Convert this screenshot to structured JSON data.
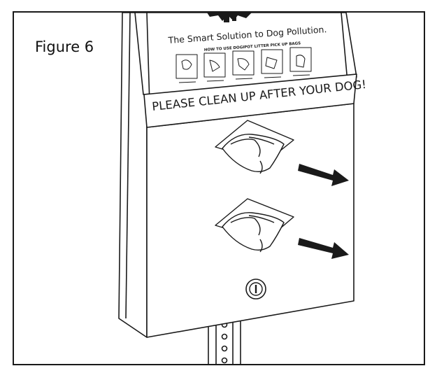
{
  "figure": {
    "label": "Figure 6"
  },
  "dispenser": {
    "header_brand": "The Smart Solution to Dog Pollution.",
    "how_to_title": "HOW TO USE DOGIPOT LITTER PICK UP BAGS",
    "sign_text": "PLEASE CLEAN UP AFTER YOUR DOG!",
    "bags_count": 2,
    "arrow_count": 2
  },
  "colors": {
    "line": "#1a1a1a",
    "paper": "#ffffff",
    "panel_shadow": "#f2f2f2"
  }
}
